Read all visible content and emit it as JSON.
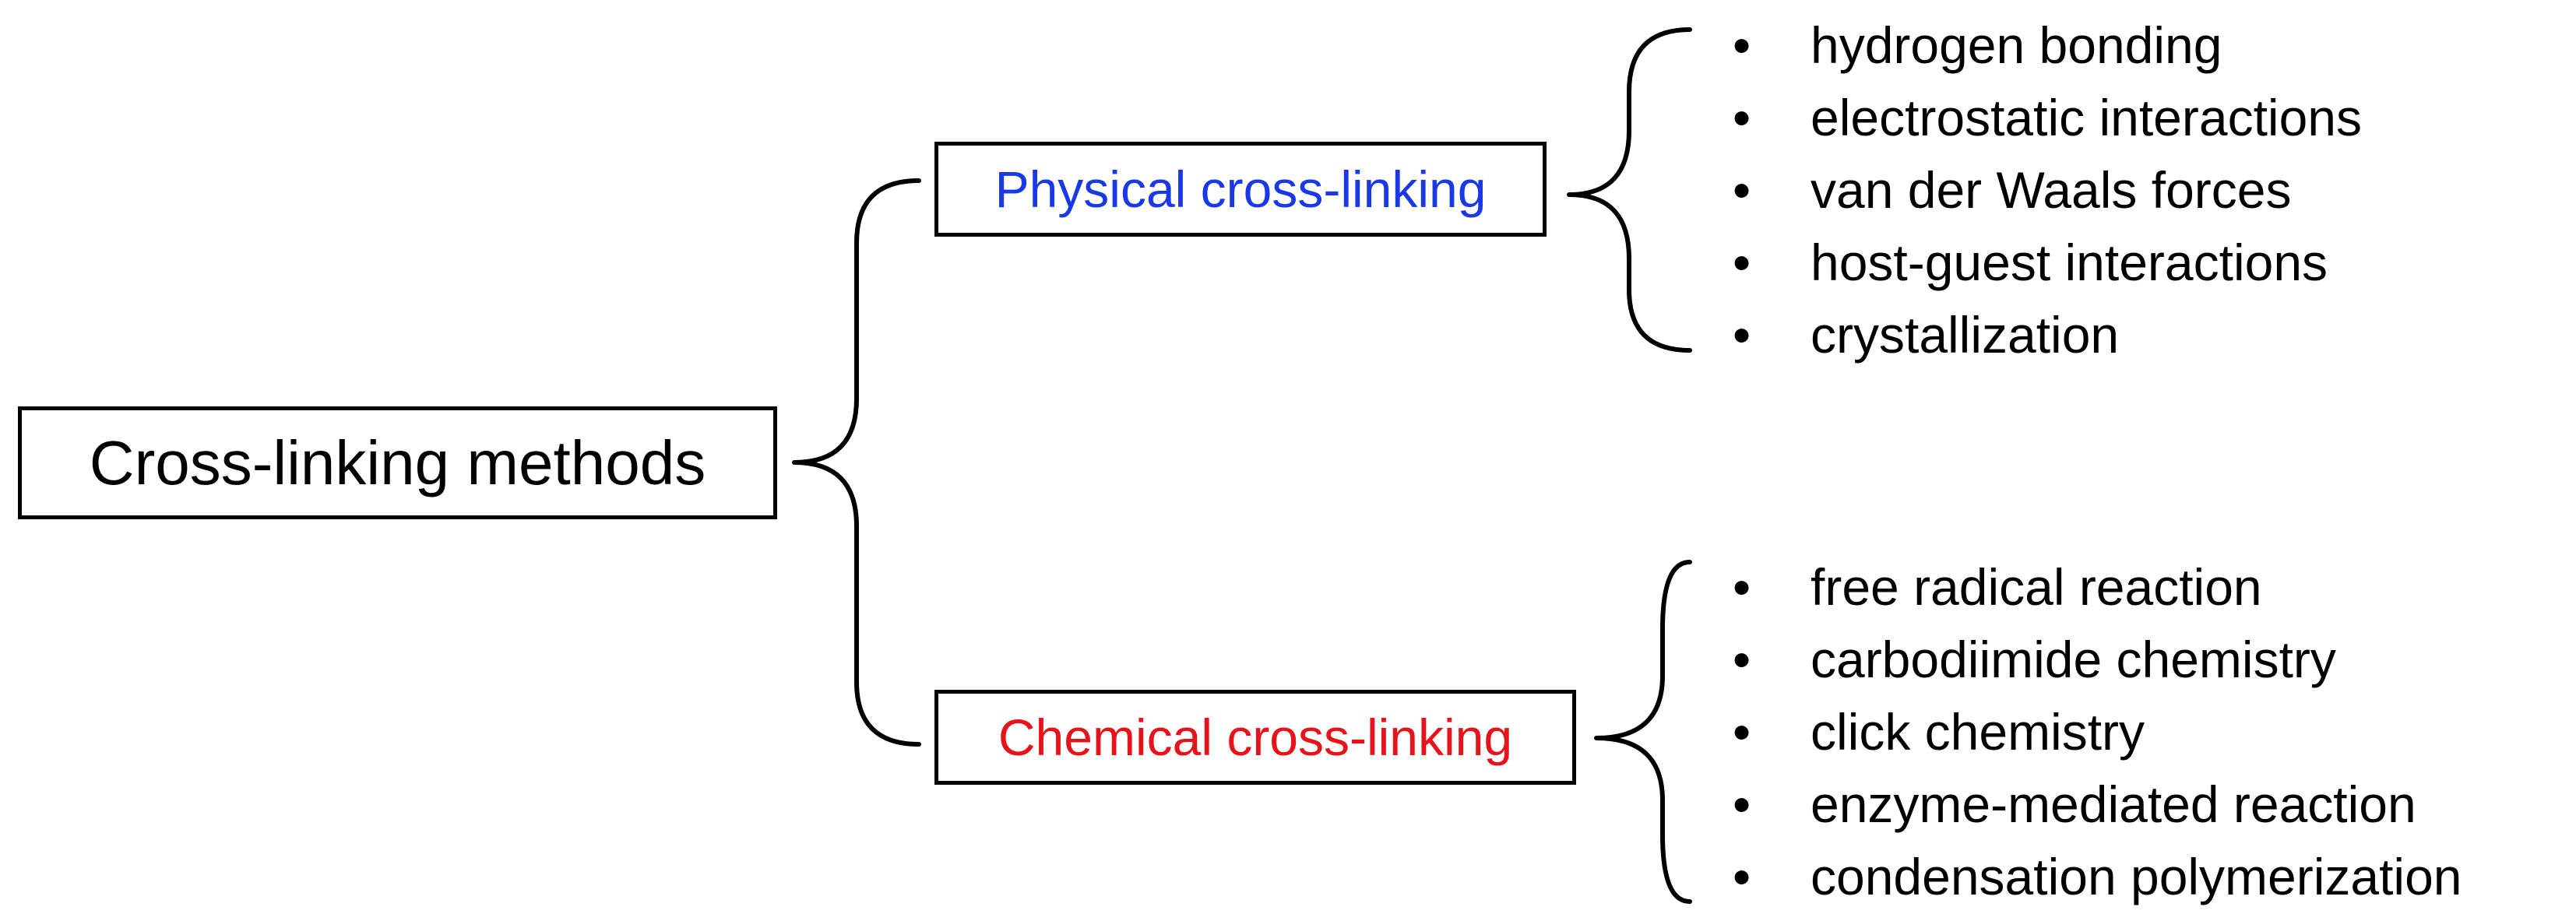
{
  "root": {
    "label": "Cross-linking methods"
  },
  "branches": [
    {
      "label": "Physical cross-linking",
      "color": "#1a39e6",
      "items": [
        "hydrogen bonding",
        "electrostatic interactions",
        "van der Waals forces",
        "host-guest interactions",
        "crystallization"
      ]
    },
    {
      "label": "Chemical cross-linking",
      "color": "#e8121a",
      "items": [
        "free radical reaction",
        "carbodiimide chemistry",
        "click chemistry",
        "enzyme-mediated reaction",
        "condensation polymerization"
      ]
    }
  ],
  "bullet_glyph": "•"
}
